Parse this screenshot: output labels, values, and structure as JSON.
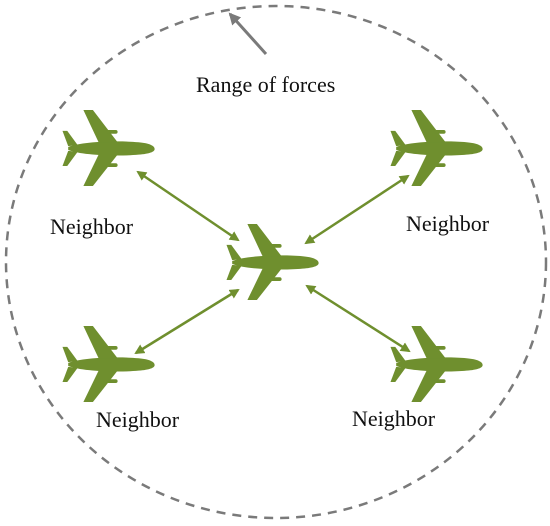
{
  "labels": {
    "range": "Range of forces",
    "neighbor_top_left": "Neighbor",
    "neighbor_top_right": "Neighbor",
    "neighbor_bottom_left": "Neighbor",
    "neighbor_bottom_right": "Neighbor"
  },
  "colors": {
    "aircraft": "#6f8f2e",
    "arrow": "#6f8f2e",
    "boundary": "#7a7a7a",
    "pointer": "#7a7a7a",
    "text": "#111111"
  },
  "icons": {
    "aircraft": "airplane-icon"
  }
}
